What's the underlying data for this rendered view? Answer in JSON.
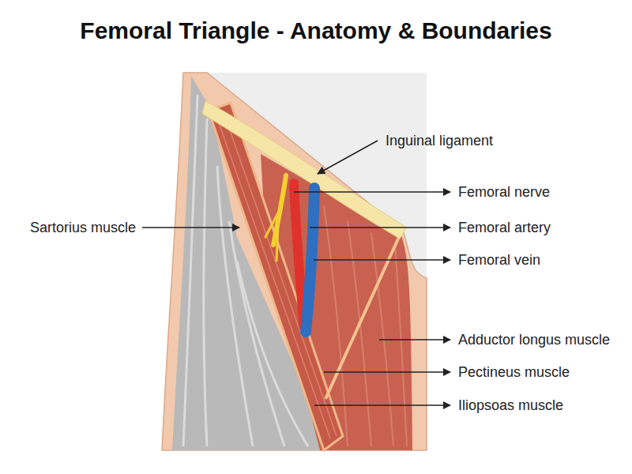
{
  "diagram": {
    "title": "Femoral Triangle - Anatomy & Boundaries",
    "labels": [
      "Inguinal ligament",
      "Femoral nerve",
      "Sartorius muscle",
      "Femoral artery",
      "Femoral vein",
      "Adductor longus muscle",
      "Pectineus muscle",
      "Iliopsoas muscle"
    ]
  }
}
